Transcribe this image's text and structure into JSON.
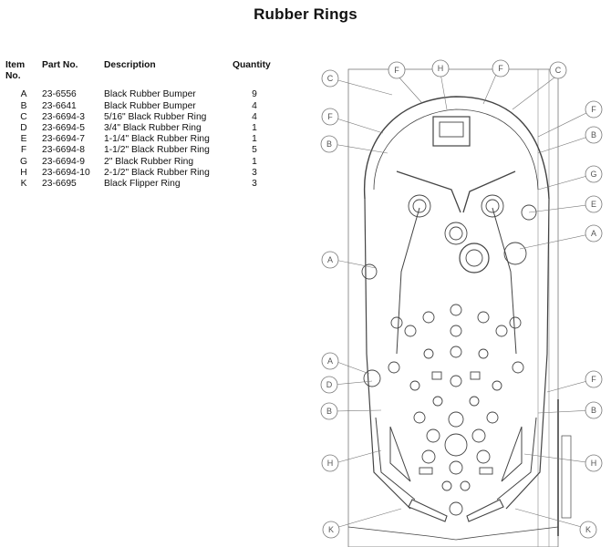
{
  "page": {
    "title": "Rubber Rings"
  },
  "table": {
    "headers": {
      "item": "Item",
      "item_sub": "No.",
      "part_no": "Part No.",
      "description": "Description",
      "quantity": "Quantity"
    },
    "rows": [
      {
        "item": "A",
        "part_no": "23-6556",
        "description": "Black Rubber Bumper",
        "quantity": "9"
      },
      {
        "item": "B",
        "part_no": "23-6641",
        "description": "Black Rubber Bumper",
        "quantity": "4"
      },
      {
        "item": "C",
        "part_no": "23-6694-3",
        "description": "5/16\" Black Rubber Ring",
        "quantity": "4"
      },
      {
        "item": "D",
        "part_no": "23-6694-5",
        "description": "3/4\" Black Rubber Ring",
        "quantity": "1"
      },
      {
        "item": "E",
        "part_no": "23-6694-7",
        "description": "1-1/4\" Black Rubber Ring",
        "quantity": "1"
      },
      {
        "item": "F",
        "part_no": "23-6694-8",
        "description": "1-1/2\" Black Rubber Ring",
        "quantity": "5"
      },
      {
        "item": "G",
        "part_no": "23-6694-9",
        "description": "2\" Black Rubber Ring",
        "quantity": "1"
      },
      {
        "item": "H",
        "part_no": "23-6694-10",
        "description": "2-1/2\" Black Rubber Ring",
        "quantity": "3"
      },
      {
        "item": "K",
        "part_no": "23-6695",
        "description": "Black Flipper Ring",
        "quantity": "3"
      }
    ]
  },
  "diagram": {
    "callouts": [
      {
        "label": "C"
      },
      {
        "label": "F"
      },
      {
        "label": "H"
      },
      {
        "label": "F"
      },
      {
        "label": "C"
      },
      {
        "label": "F"
      },
      {
        "label": "F"
      },
      {
        "label": "B"
      },
      {
        "label": "B"
      },
      {
        "label": "G"
      },
      {
        "label": "E"
      },
      {
        "label": "A"
      },
      {
        "label": "A"
      },
      {
        "label": "A"
      },
      {
        "label": "F"
      },
      {
        "label": "D"
      },
      {
        "label": "B"
      },
      {
        "label": "B"
      },
      {
        "label": "H"
      },
      {
        "label": "H"
      },
      {
        "label": "K"
      },
      {
        "label": "K"
      }
    ]
  }
}
